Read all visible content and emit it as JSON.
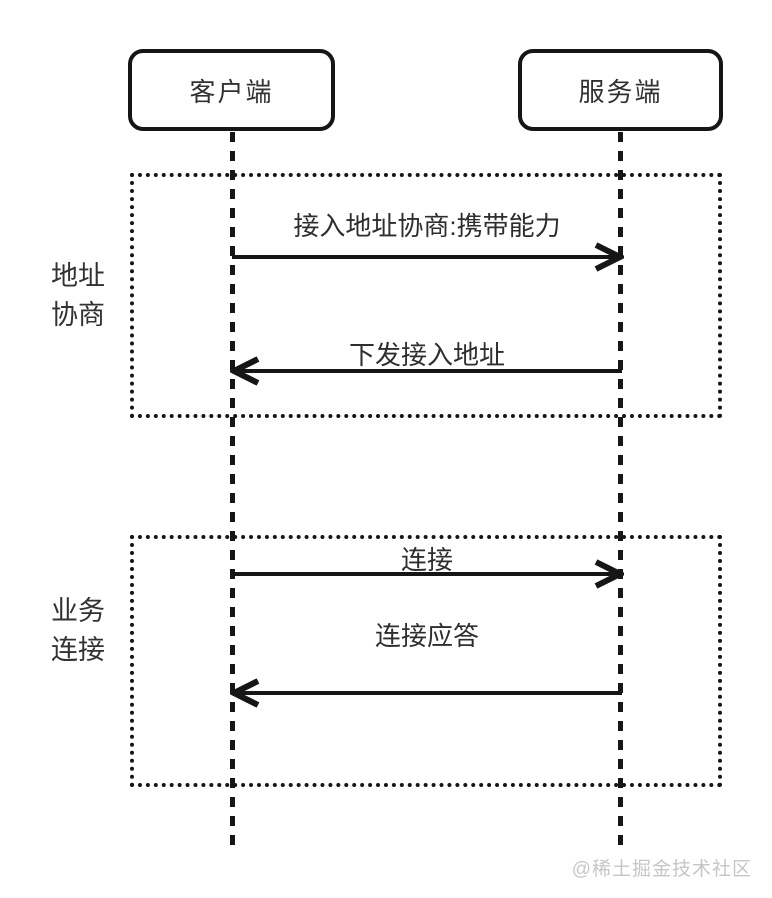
{
  "diagram": {
    "type": "sequence",
    "actors": [
      {
        "id": "client",
        "label": "客户端"
      },
      {
        "id": "server",
        "label": "服务端"
      }
    ],
    "groups": [
      {
        "label_lines": [
          "地址",
          "协商"
        ],
        "messages": [
          {
            "label": "接入地址协商:携带能力",
            "from": "client",
            "to": "server",
            "direction": "right"
          },
          {
            "label": "下发接入地址",
            "from": "server",
            "to": "client",
            "direction": "left"
          }
        ]
      },
      {
        "label_lines": [
          "业务",
          "连接"
        ],
        "messages": [
          {
            "label": "连接",
            "from": "client",
            "to": "server",
            "direction": "right"
          },
          {
            "label": "连接应答",
            "from": "server",
            "to": "client",
            "direction": "left"
          }
        ]
      }
    ],
    "watermark": "@稀土掘金技术社区",
    "colors": {
      "line": "#161616",
      "text": "#323232",
      "watermark": "#c6c6c6",
      "background": "#ffffff"
    }
  }
}
